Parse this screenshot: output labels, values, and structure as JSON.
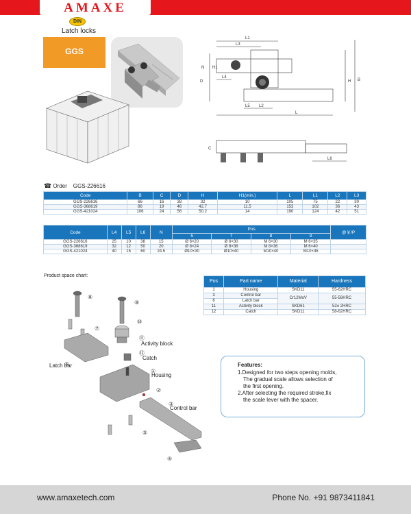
{
  "brand": {
    "logo": "AMAXE",
    "din_badge": "DIN",
    "subtitle": "Latch locks",
    "model": "GGS"
  },
  "order": {
    "label": "Order",
    "code": "GGS-226616"
  },
  "dimension_labels": [
    "L1",
    "L3",
    "H1",
    "N",
    "D",
    "L4",
    "H",
    "B",
    "L5",
    "L2",
    "L",
    "C",
    "L6"
  ],
  "spec_table": {
    "headers": [
      "Code",
      "B",
      "C",
      "D",
      "H",
      "H1(min.)",
      "L",
      "L1",
      "L2",
      "L3"
    ],
    "rows": [
      [
        "GGS-226616",
        "66",
        "16",
        "38",
        "32",
        "10",
        "105",
        "75",
        "22",
        "30"
      ],
      [
        "GGS-368619",
        "86",
        "19",
        "46",
        "42.7",
        "11.5",
        "153",
        "102",
        "36",
        "43"
      ],
      [
        "GGS-421024",
        "106",
        "24",
        "56",
        "50.2",
        "14",
        "190",
        "124",
        "42",
        "51"
      ]
    ]
  },
  "pos_table": {
    "headers": [
      "Code",
      "L4",
      "L5",
      "L6",
      "N"
    ],
    "pos_label": "Pos",
    "pos_columns": [
      "5",
      "7",
      "8",
      "9"
    ],
    "price_label": "@￥/P",
    "rows": [
      [
        "GGS-226616",
        "25",
        "10",
        "38",
        "15",
        "Ø 6×20",
        "Ø 6×30",
        "M 6×30",
        "M 6×35"
      ],
      [
        "GGS-368619",
        "32",
        "12",
        "50",
        "20",
        "Ø 8×24",
        "Ø 8×36",
        "M 8×36",
        "M 6×40"
      ],
      [
        "GGS-421024",
        "40",
        "15",
        "60",
        "24.5",
        "Ø10×30",
        "Ø10×40",
        "M10×40",
        "M10×45"
      ]
    ]
  },
  "chart_label": "Product space chart:",
  "parts_labels": {
    "activity_block": "Activity block",
    "catch": "Catch",
    "housing": "Housing",
    "latch_bar": "Latch bar",
    "control_bar": "Control bar",
    "nums": [
      "⑧",
      "⑨",
      "⑦",
      "⑩",
      "⑪",
      "⑫",
      "⑥",
      "①",
      "②",
      "③",
      "⑤",
      "④"
    ]
  },
  "material_table": {
    "headers": [
      "Pos",
      "Part name",
      "Material",
      "Hardness"
    ],
    "rows": [
      [
        "1",
        "Housing",
        "SKD11",
        "55-62HRC"
      ],
      [
        "3",
        "Control bar",
        "Cr12MoV",
        "55-58HRC"
      ],
      [
        "6",
        "Latch bar",
        "",
        ""
      ],
      [
        "11",
        "Activity block",
        "SKD61",
        "52± 2HRC"
      ],
      [
        "12",
        "Catch",
        "SKD11",
        "58-62HRC"
      ]
    ]
  },
  "features": {
    "title": "Features:",
    "line1": "1.Designed for two steps opening molds,",
    "line2": "The gradual scale allows selection of",
    "line3": "the first opening.",
    "line4": "2.After selecting the required stroke,fix",
    "line5": "the scale lever with the spacer."
  },
  "footer": {
    "website": "www.amaxetech.com",
    "phone": "Phone No. +91 9873411841"
  }
}
